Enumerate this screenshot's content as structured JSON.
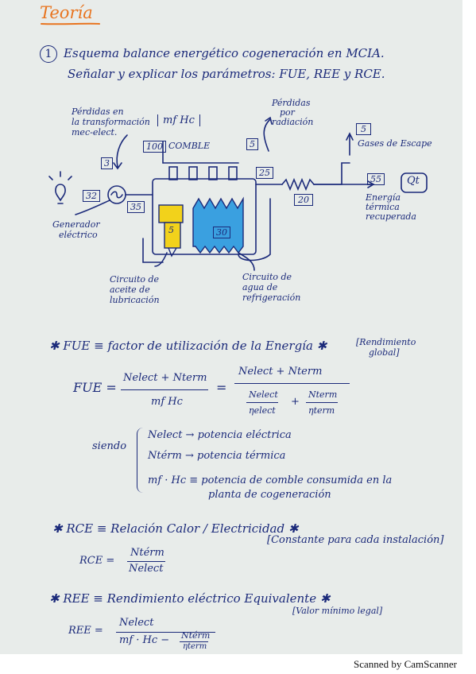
{
  "title": "Teoría",
  "intro": {
    "number": "1",
    "line1": "Esquema balance energético cogeneración en MCIA.",
    "line2": "Señalar y explicar los parámetros: FUE, REE y RCE."
  },
  "diagram": {
    "loss_mech_label": [
      "Pérdidas en",
      "la transformación",
      "mec-elect."
    ],
    "loss_mech_value": "3",
    "fuel_symbol": "mf Hc",
    "fuel_value": "100",
    "fuel_label": "COMBLE",
    "rad_label": [
      "Pérdidas",
      "por",
      "radiación"
    ],
    "rad_value": "5",
    "exhaust_value": "5",
    "exhaust_label": "Gases de Escape",
    "v25": "25",
    "v20": "20",
    "v55": "55",
    "qt_label": "Qt",
    "recovered_label": [
      "Energía",
      "térmica",
      "recuperada"
    ],
    "v32": "32",
    "v35": "35",
    "v5_oil": "5",
    "v30": "30",
    "generator_label": [
      "Generador",
      "eléctrico"
    ],
    "oil_label": [
      "Circuito de",
      "aceite de",
      "lubricación"
    ],
    "water_label": [
      "Circuito de",
      "agua de",
      "refrigeración"
    ]
  },
  "fue": {
    "heading": "✱ FUE ≡ factor de utilización de la Energía ✱",
    "note": [
      "[Rendimiento",
      "global]"
    ],
    "lhs": "FUE =",
    "num": "Nelect + Nterm",
    "den": "mf Hc",
    "eq": "=",
    "num2": "Nelect + Nterm",
    "d1_num": "Nelect",
    "d1_den": "ηelect",
    "plus": "+",
    "d2_num": "Nterm",
    "d2_den": "ηterm",
    "siendo": "siendo",
    "def1": "Nelect → potencia eléctrica",
    "def2": "Ntérm → potencia térmica",
    "def3a": "mf · Hc ≡ potencia de comble consumida en la",
    "def3b": "planta de cogeneración"
  },
  "rce": {
    "heading": "✱ RCE ≡ Relación Calor / Electricidad ✱",
    "note": "[Constante para cada instalación]",
    "lhs": "RCE =",
    "num": "Ntérm",
    "den": "Nelect"
  },
  "ree": {
    "heading": "✱ REE ≡ Rendimiento eléctrico Equivalente ✱",
    "note": "[Valor mínimo legal]",
    "lhs": "REE =",
    "num": "Nelect",
    "den_a": "mf · Hc −",
    "den_b_num": "Ntérm",
    "den_b_den": "ηterm"
  },
  "footer": "Scanned by CamScanner",
  "colors": {
    "ink": "#1b2a7a",
    "title": "#e8741f",
    "oil": "#f2d21b",
    "water": "#3aa0e0"
  }
}
